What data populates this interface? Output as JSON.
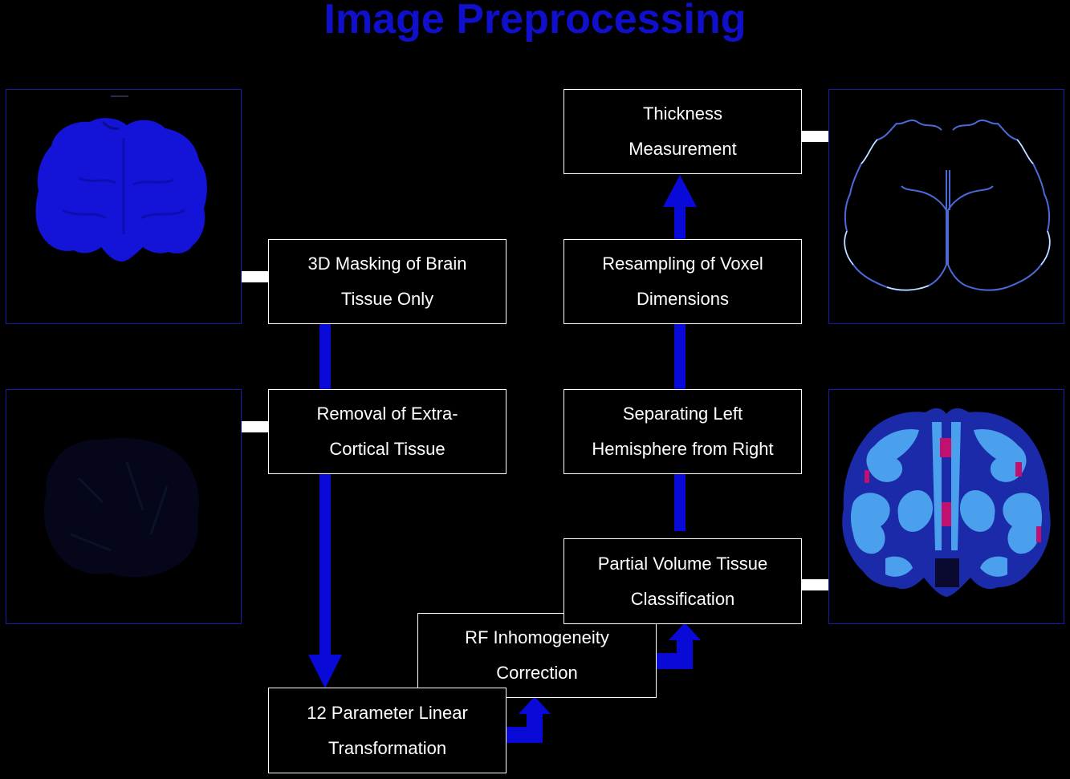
{
  "title": "Image Preprocessing",
  "steps": {
    "masking": {
      "line1": "3D Masking of Brain",
      "line2": "Tissue Only"
    },
    "removal": {
      "line1": "Removal of Extra-",
      "line2": "Cortical Tissue"
    },
    "linear": {
      "line1": "12 Parameter Linear",
      "line2": "Transformation"
    },
    "rf": {
      "line1": "RF Inhomogeneity",
      "line2": "Correction"
    },
    "partial": {
      "line1": "Partial Volume Tissue",
      "line2": "Classification"
    },
    "separating": {
      "line1": "Separating Left",
      "line2": "Hemisphere from Right"
    },
    "resampling": {
      "line1": "Resampling of Voxel",
      "line2": "Dimensions"
    },
    "thickness": {
      "line1": "Thickness",
      "line2": "Measurement"
    }
  },
  "colors": {
    "arrow": "#0a0ad8",
    "title": "#1010cc",
    "box_border": "#ffffff",
    "panel_border": "#1a1aa8"
  }
}
